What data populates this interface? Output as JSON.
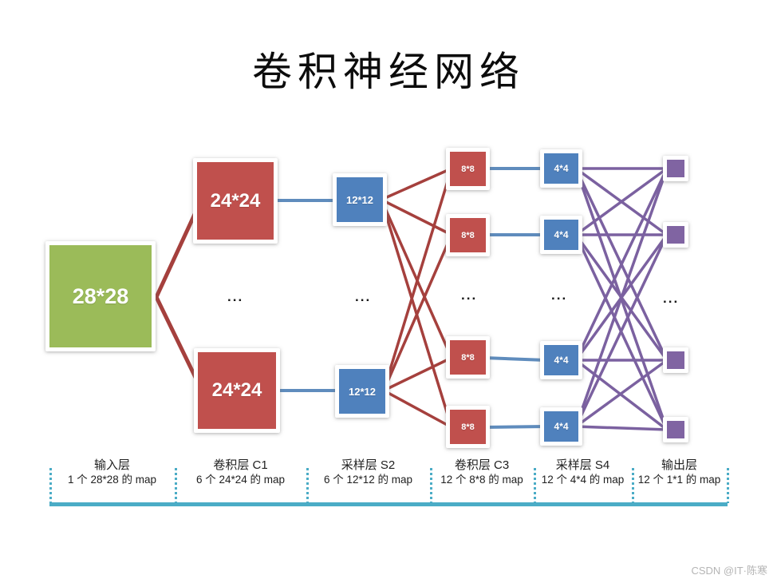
{
  "title": "卷积神经网络",
  "ellipsis": "...",
  "watermark": "CSDN @IT·陈寒",
  "nodes": {
    "input": "28*28",
    "c1": [
      "24*24",
      "24*24"
    ],
    "s2": [
      "12*12",
      "12*12"
    ],
    "c3": [
      "8*8",
      "8*8",
      "8*8",
      "8*8"
    ],
    "s4": [
      "4*4",
      "4*4",
      "4*4",
      "4*4"
    ]
  },
  "legend": [
    {
      "title": "输入层",
      "sub": "1 个 28*28 的 map"
    },
    {
      "title": "卷积层 C1",
      "sub": "6 个 24*24 的 map"
    },
    {
      "title": "采样层 S2",
      "sub": "6 个 12*12 的 map"
    },
    {
      "title": "卷积层 C3",
      "sub": "12 个 8*8 的 map"
    },
    {
      "title": "采样层 S4",
      "sub": "12 个 4*4 的 map"
    },
    {
      "title": "输出层",
      "sub": "12 个 1*1 的 map"
    }
  ],
  "colors": {
    "input_green": "#9bbb59",
    "conv_red": "#c0504d",
    "pool_blue": "#4f81bd",
    "output_purple": "#8064a2",
    "bracket_teal": "#4bacc6",
    "red_line": "#a5403d",
    "blue_line": "#5f8cbd",
    "purple_line": "#7b61a0"
  }
}
